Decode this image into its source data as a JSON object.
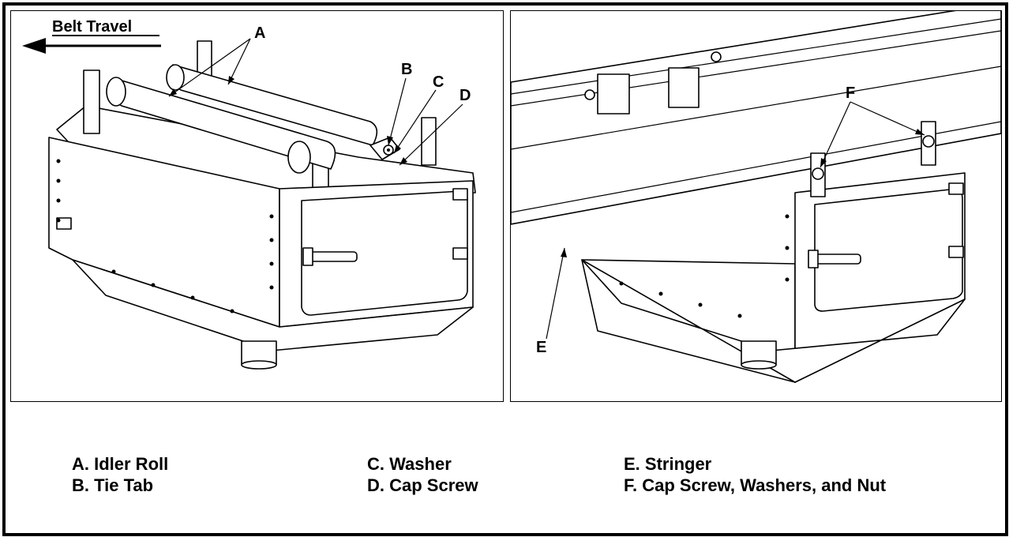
{
  "header": {
    "belt_travel": "Belt Travel"
  },
  "callouts": {
    "left": [
      "A",
      "B",
      "C",
      "D"
    ],
    "right": [
      "E",
      "F"
    ]
  },
  "legend": {
    "col1": [
      "A. Idler Roll",
      "B. Tie Tab"
    ],
    "col2": [
      "C. Washer",
      "D. Cap Screw"
    ],
    "col3": [
      "E. Stringer",
      "F. Cap Screw, Washers, and Nut"
    ]
  }
}
